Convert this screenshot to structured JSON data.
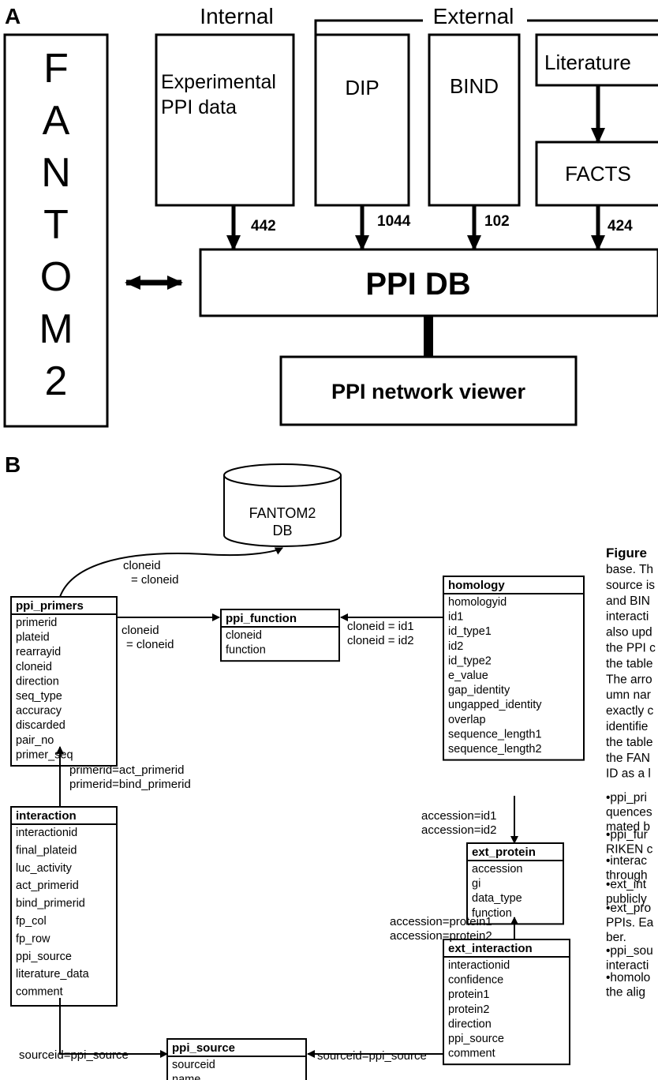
{
  "panel_a": {
    "label": "A",
    "group_internal": "Internal",
    "group_external": "External",
    "fantom2_letters": [
      "F",
      "A",
      "N",
      "T",
      "O",
      "M",
      "2"
    ],
    "experimental_line1": "Experimental",
    "experimental_line2": "PPI data",
    "dip": "DIP",
    "bind": "BIND",
    "literature": "Literature",
    "facts": "FACTS",
    "count_experimental": "442",
    "count_dip": "1044",
    "count_bind": "102",
    "count_facts": "424",
    "ppidb": "PPI DB",
    "viewer": "PPI network viewer"
  },
  "panel_b": {
    "label": "B",
    "db_line1": "FANTOM2",
    "db_line2": "DB",
    "rel_primers_db_1": "cloneid",
    "rel_primers_db_2": "= cloneid",
    "rel_primers_function_1": "cloneid",
    "rel_primers_function_2": "= cloneid",
    "rel_homology_function_1": "cloneid = id1",
    "rel_homology_function_2": "cloneid = id2",
    "rel_interaction_primers_1": "primerid=act_primerid",
    "rel_interaction_primers_2": "primerid=bind_primerid",
    "rel_homology_extprotein_1": "accession=id1",
    "rel_homology_extprotein_2": "accession=id2",
    "rel_extinteraction_extprotein_1": "accession=protein1",
    "rel_extinteraction_extprotein_2": "accession=protein2",
    "rel_interaction_source": "sourceid=ppi_source",
    "rel_extinteraction_source": "sourceid=ppi_source",
    "tables": {
      "ppi_primers": {
        "title": "ppi_primers",
        "fields": [
          "primerid",
          "plateid",
          "rearrayid",
          "cloneid",
          "direction",
          "seq_type",
          "accuracy",
          "discarded",
          "pair_no",
          "primer_seq"
        ]
      },
      "ppi_function": {
        "title": "ppi_function",
        "fields": [
          "cloneid",
          "function"
        ]
      },
      "homology": {
        "title": "homology",
        "fields": [
          "homologyid",
          "id1",
          "id_type1",
          "id2",
          "id_type2",
          "e_value",
          "gap_identity",
          "ungapped_identity",
          "overlap",
          "sequence_length1",
          "sequence_length2"
        ]
      },
      "interaction": {
        "title": "interaction",
        "fields": [
          "interactionid",
          "final_plateid",
          "luc_activity",
          "act_primerid",
          "bind_primerid",
          "fp_col",
          "fp_row",
          "ppi_source",
          "literature_data",
          "comment"
        ]
      },
      "ext_protein": {
        "title": "ext_protein",
        "fields": [
          "accession",
          "gi",
          "data_type",
          "function"
        ]
      },
      "ext_interaction": {
        "title": "ext_interaction",
        "fields": [
          "interactionid",
          "confidence",
          "protein1",
          "protein2",
          "direction",
          "ppi_source",
          "comment"
        ]
      },
      "ppi_source": {
        "title": "ppi_source",
        "fields": [
          "sourceid",
          "name"
        ]
      }
    }
  },
  "caption": {
    "title": "Figure",
    "lines": [
      "base. Th",
      "source is",
      "and BIN",
      "interacti",
      "also upd",
      "the PPI c",
      "the table",
      "The arro",
      "umn nar",
      "exactly c",
      "identifie",
      "the table",
      "the FAN",
      "ID as a l"
    ],
    "bullets": [
      [
        "•ppi_pri",
        "quences",
        "mated b"
      ],
      [
        "•ppi_fur",
        "RIKEN c"
      ],
      [
        "•interac",
        "through"
      ],
      [
        "•ext_int",
        "publicly"
      ],
      [
        "•ext_pro",
        "PPIs. Ea",
        "ber."
      ],
      [
        "•ppi_sou",
        "interacti"
      ],
      [
        "•homolo",
        "the alig"
      ]
    ]
  }
}
